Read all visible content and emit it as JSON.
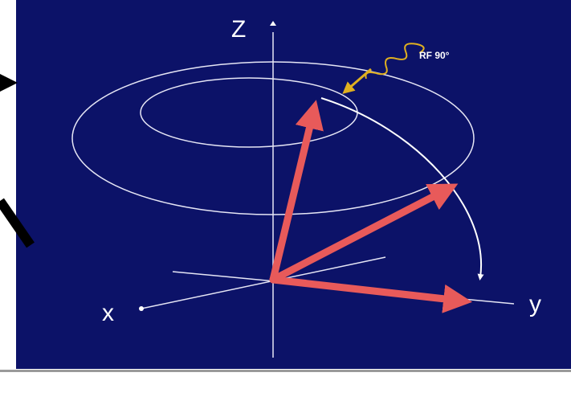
{
  "diagram": {
    "labels": {
      "z_axis": "Z",
      "x_axis": "x",
      "y_axis": "y",
      "rf_pulse": "RF 90°"
    },
    "colors": {
      "background": "#0c1268",
      "axes": "#ffffff",
      "magnetization_vector": "#e85a5a",
      "rf_wave": "#e0b020"
    },
    "icons": [
      "rf-wave-icon",
      "arrow-icon"
    ]
  }
}
